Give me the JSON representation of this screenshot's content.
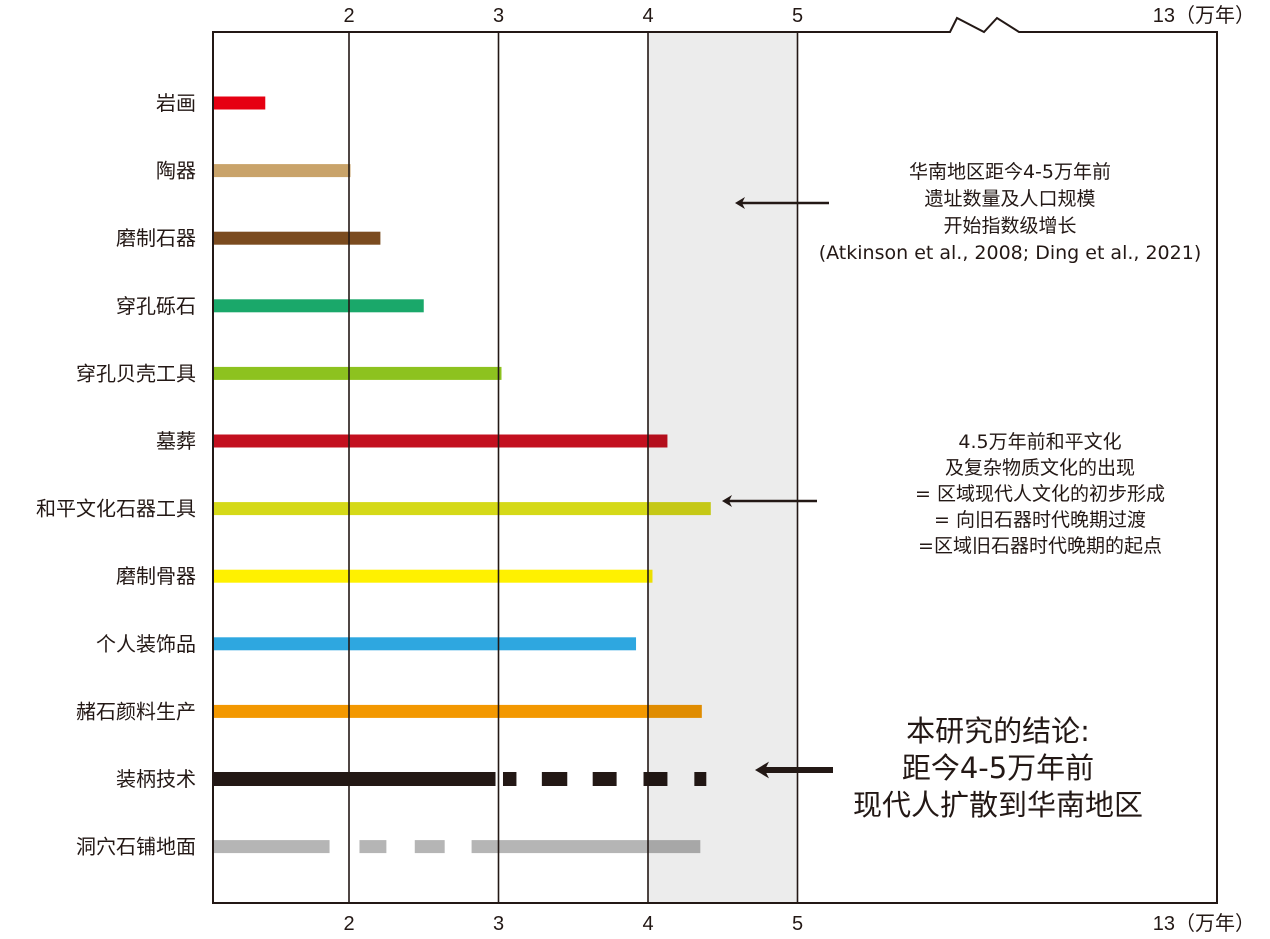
{
  "chart_data": {
    "type": "bar",
    "title": "",
    "xlabel": "万年",
    "ylabel": "",
    "xlim": [
      1.09,
      5.0
    ],
    "x_break_to": 13,
    "grid": true,
    "tick_labels": [
      "2",
      "3",
      "4",
      "5"
    ],
    "tick_values": [
      2,
      3,
      4,
      5
    ],
    "end_tick_label": "13（万年）",
    "shaded_range": [
      4,
      5
    ],
    "series": [
      {
        "name": "岩画",
        "color": "#e60012",
        "segments": [
          [
            1.09,
            1.44
          ]
        ]
      },
      {
        "name": "陶器",
        "color": "#c9a36a",
        "segments": [
          [
            1.09,
            2.01
          ]
        ]
      },
      {
        "name": "磨制石器",
        "color": "#7b4b1f",
        "segments": [
          [
            1.09,
            2.21
          ]
        ]
      },
      {
        "name": "穿孔砾石",
        "color": "#1aa86a",
        "segments": [
          [
            1.09,
            2.5
          ]
        ]
      },
      {
        "name": "穿孔贝壳工具",
        "color": "#8dc21f",
        "segments": [
          [
            1.09,
            3.02
          ]
        ]
      },
      {
        "name": "墓葬",
        "color": "#c3101f",
        "segments": [
          [
            1.09,
            4.13
          ]
        ]
      },
      {
        "name": "和平文化石器工具",
        "color": "#d5d918",
        "segments": [
          [
            1.09,
            4.42
          ]
        ]
      },
      {
        "name": "磨制骨器",
        "color": "#fff100",
        "segments": [
          [
            1.09,
            4.03
          ]
        ]
      },
      {
        "name": "个人装饰品",
        "color": "#2ea7e0",
        "segments": [
          [
            1.09,
            3.92
          ]
        ]
      },
      {
        "name": "赭石颜料生产",
        "color": "#f39800",
        "segments": [
          [
            1.09,
            4.36
          ]
        ]
      },
      {
        "name": "装柄技术",
        "color": "#231815",
        "thick": true,
        "segments": [
          [
            1.09,
            2.98
          ],
          [
            3.03,
            3.12
          ],
          [
            3.29,
            3.46
          ],
          [
            3.63,
            3.79
          ],
          [
            3.97,
            4.13
          ],
          [
            4.31,
            4.39
          ]
        ]
      },
      {
        "name": "洞穴石铺地面",
        "color": "#b5b5b5",
        "segments": [
          [
            1.09,
            1.87
          ],
          [
            2.07,
            2.25
          ],
          [
            2.44,
            2.64
          ],
          [
            2.82,
            4.35
          ]
        ]
      }
    ],
    "annotations": [
      {
        "lines": [
          "华南地区距今4-5万年前",
          "遗址数量及人口规模",
          "开始指数级增长",
          "(Atkinson et al., 2008; Ding et al., 2021)"
        ],
        "arrow_row": 1.5,
        "size": "normal"
      },
      {
        "lines": [
          "4.5万年前和平文化",
          "及复杂物质文化的出现",
          "= 区域现代人文化的初步形成",
          "= 向旧石器时代晚期过渡",
          "=区域旧石器时代晚期的起点"
        ],
        "arrow_row": 6,
        "size": "normal"
      },
      {
        "lines": [
          "本研究的结论:",
          "距今4-5万年前",
          "现代人扩散到华南地区"
        ],
        "arrow_row": 10,
        "size": "large"
      }
    ]
  }
}
